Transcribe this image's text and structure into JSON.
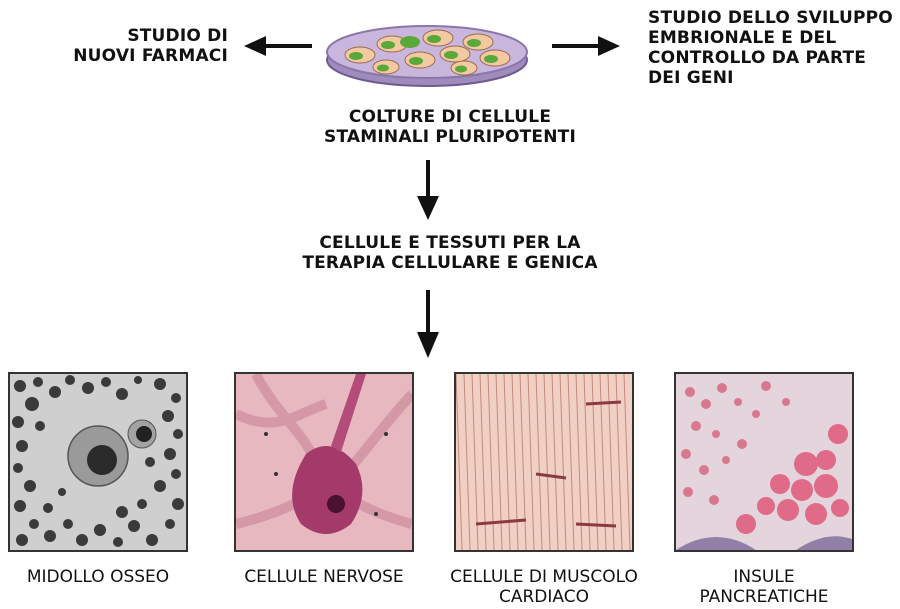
{
  "top": {
    "left_label": [
      "STUDIO DI",
      "NUOVI FARMACI"
    ],
    "right_label": [
      "STUDIO DELLO SVILUPPO",
      "EMBRIONALE E DEL",
      "CONTROLLO DA PARTE",
      "DEI GENI"
    ],
    "culture_label": [
      "COLTURE DI CELLULE",
      "STAMINALI PLURIPOTENTI"
    ]
  },
  "middle": {
    "therapy_label": [
      "CELLULE E TESSUTI PER LA",
      "TERAPIA CELLULARE E GENICA"
    ]
  },
  "tissues": [
    {
      "caption": [
        "MIDOLLO OSSEO"
      ]
    },
    {
      "caption": [
        "CELLULE NERVOSE"
      ]
    },
    {
      "caption": [
        "CELLULE DI MUSCOLO",
        "CARDIACO"
      ]
    },
    {
      "caption": [
        "INSULE",
        "PANCREATICHE"
      ]
    }
  ],
  "colors": {
    "dish_fill": "#c8b6dc",
    "dish_edge": "#8a76a8",
    "cell_outer": "#f2c9a0",
    "cell_nucleus": "#5aa83a",
    "arrow": "#111111"
  }
}
